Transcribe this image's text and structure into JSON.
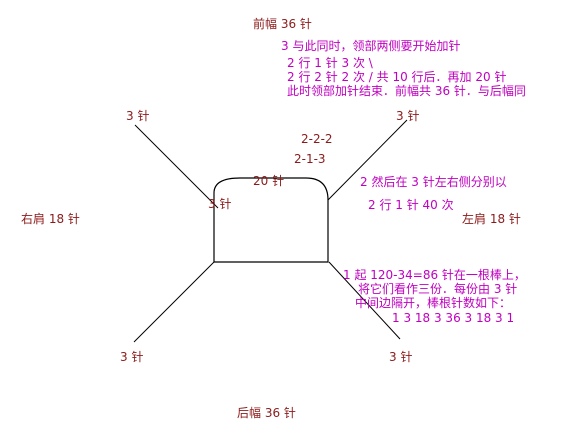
{
  "labels": {
    "front": "前幅 36 针",
    "back": "后幅 36 针",
    "right_shoulder": "右肩 18 针",
    "left_shoulder": "左肩 18 针",
    "needles_top_left": "3 针",
    "needles_top_right": "3 针",
    "needles_bottom_left": "3 针",
    "needles_bottom_right": "3 针",
    "needles_inner": "3 针",
    "neck_count": "20 针",
    "sequence_1": "2-2-2",
    "sequence_2": "2-1-3"
  },
  "instructions": {
    "front_line_1": "3 与此同时，领部两侧要开始加针",
    "front_line_2": "2 行 1 针 3 次 \\",
    "front_line_3": "2 行 2 针 2 次 / 共 10 行后．再加 20 针",
    "front_line_4": "此时领部加针结束．前幅共 36 针．与后幅同",
    "side_line_1": "2 然后在 3 针左右侧分别以",
    "side_line_2": "2 行 1 针 40 次",
    "start_line_1": "1 起 120-34=86 针在一根棒上，",
    "start_line_2": "将它们看作三份．每份由 3 针",
    "start_line_3": "中间边隔开，棒根针数如下：",
    "start_line_4": "1  3  18  3  36  3  18  3  1"
  },
  "colors": {
    "label_text": "#8b1a1a",
    "instruction_text": "#c000c0",
    "lines": "#000000"
  }
}
